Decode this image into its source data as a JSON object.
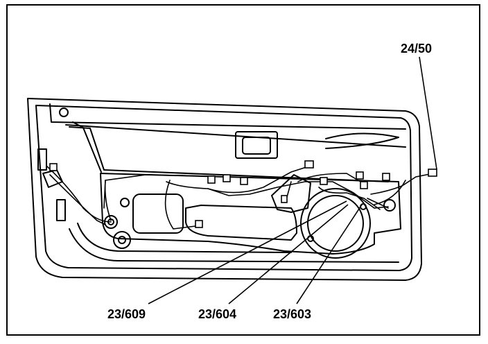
{
  "callouts": [
    {
      "id": "c1",
      "text": "24/50"
    },
    {
      "id": "c2",
      "text": "23/609"
    },
    {
      "id": "c3",
      "text": "23/604"
    },
    {
      "id": "c4",
      "text": "23/603"
    }
  ],
  "colors": {
    "ink": "#000000",
    "paper": "#ffffff"
  }
}
